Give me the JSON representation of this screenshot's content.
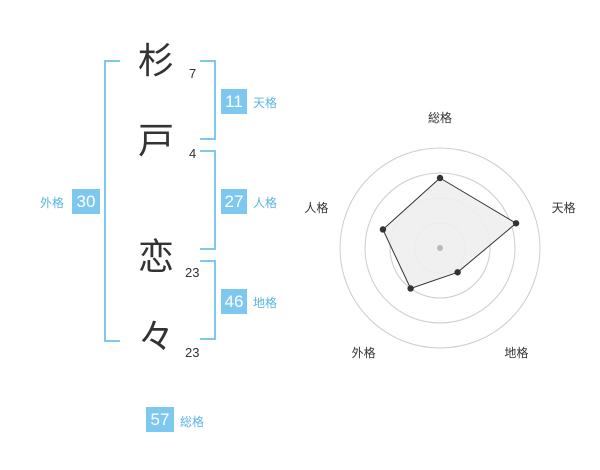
{
  "name": {
    "characters": [
      {
        "char": "杉",
        "strokes": "7"
      },
      {
        "char": "戸",
        "strokes": "4"
      },
      {
        "char": "恋",
        "strokes": "23"
      },
      {
        "char": "々",
        "strokes": "23"
      }
    ]
  },
  "fortune": {
    "tenkaku": {
      "value": "11",
      "label": "天格"
    },
    "jinkaku": {
      "value": "27",
      "label": "人格"
    },
    "chikaku": {
      "value": "46",
      "label": "地格"
    },
    "gaikaku": {
      "value": "30",
      "label": "外格"
    },
    "soukaku": {
      "value": "57",
      "label": "総格"
    }
  },
  "chart_data": {
    "type": "radar",
    "axes": [
      "総格",
      "天格",
      "地格",
      "外格",
      "人格"
    ],
    "values": [
      0.7,
      0.8,
      0.3,
      0.5,
      0.6
    ],
    "range": [
      0,
      1
    ],
    "rings": 4,
    "colors": {
      "accent": "#7ec8f0",
      "fill": "#eeeeee",
      "line": "#333333",
      "grid": "#cccccc"
    }
  }
}
